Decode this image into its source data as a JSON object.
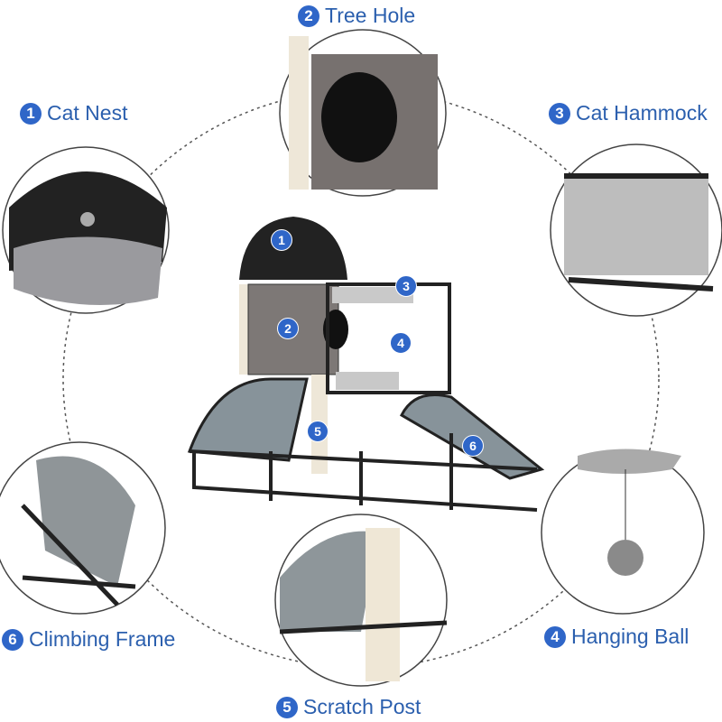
{
  "features": [
    {
      "num": "1",
      "label": "Cat Nest"
    },
    {
      "num": "2",
      "label": "Tree Hole"
    },
    {
      "num": "3",
      "label": "Cat Hammock"
    },
    {
      "num": "4",
      "label": "Hanging Ball"
    },
    {
      "num": "5",
      "label": "Scratch Post"
    },
    {
      "num": "6",
      "label": "Climbing Frame"
    }
  ],
  "colors": {
    "badge": "#2f66c8",
    "text": "#2b5fae"
  }
}
